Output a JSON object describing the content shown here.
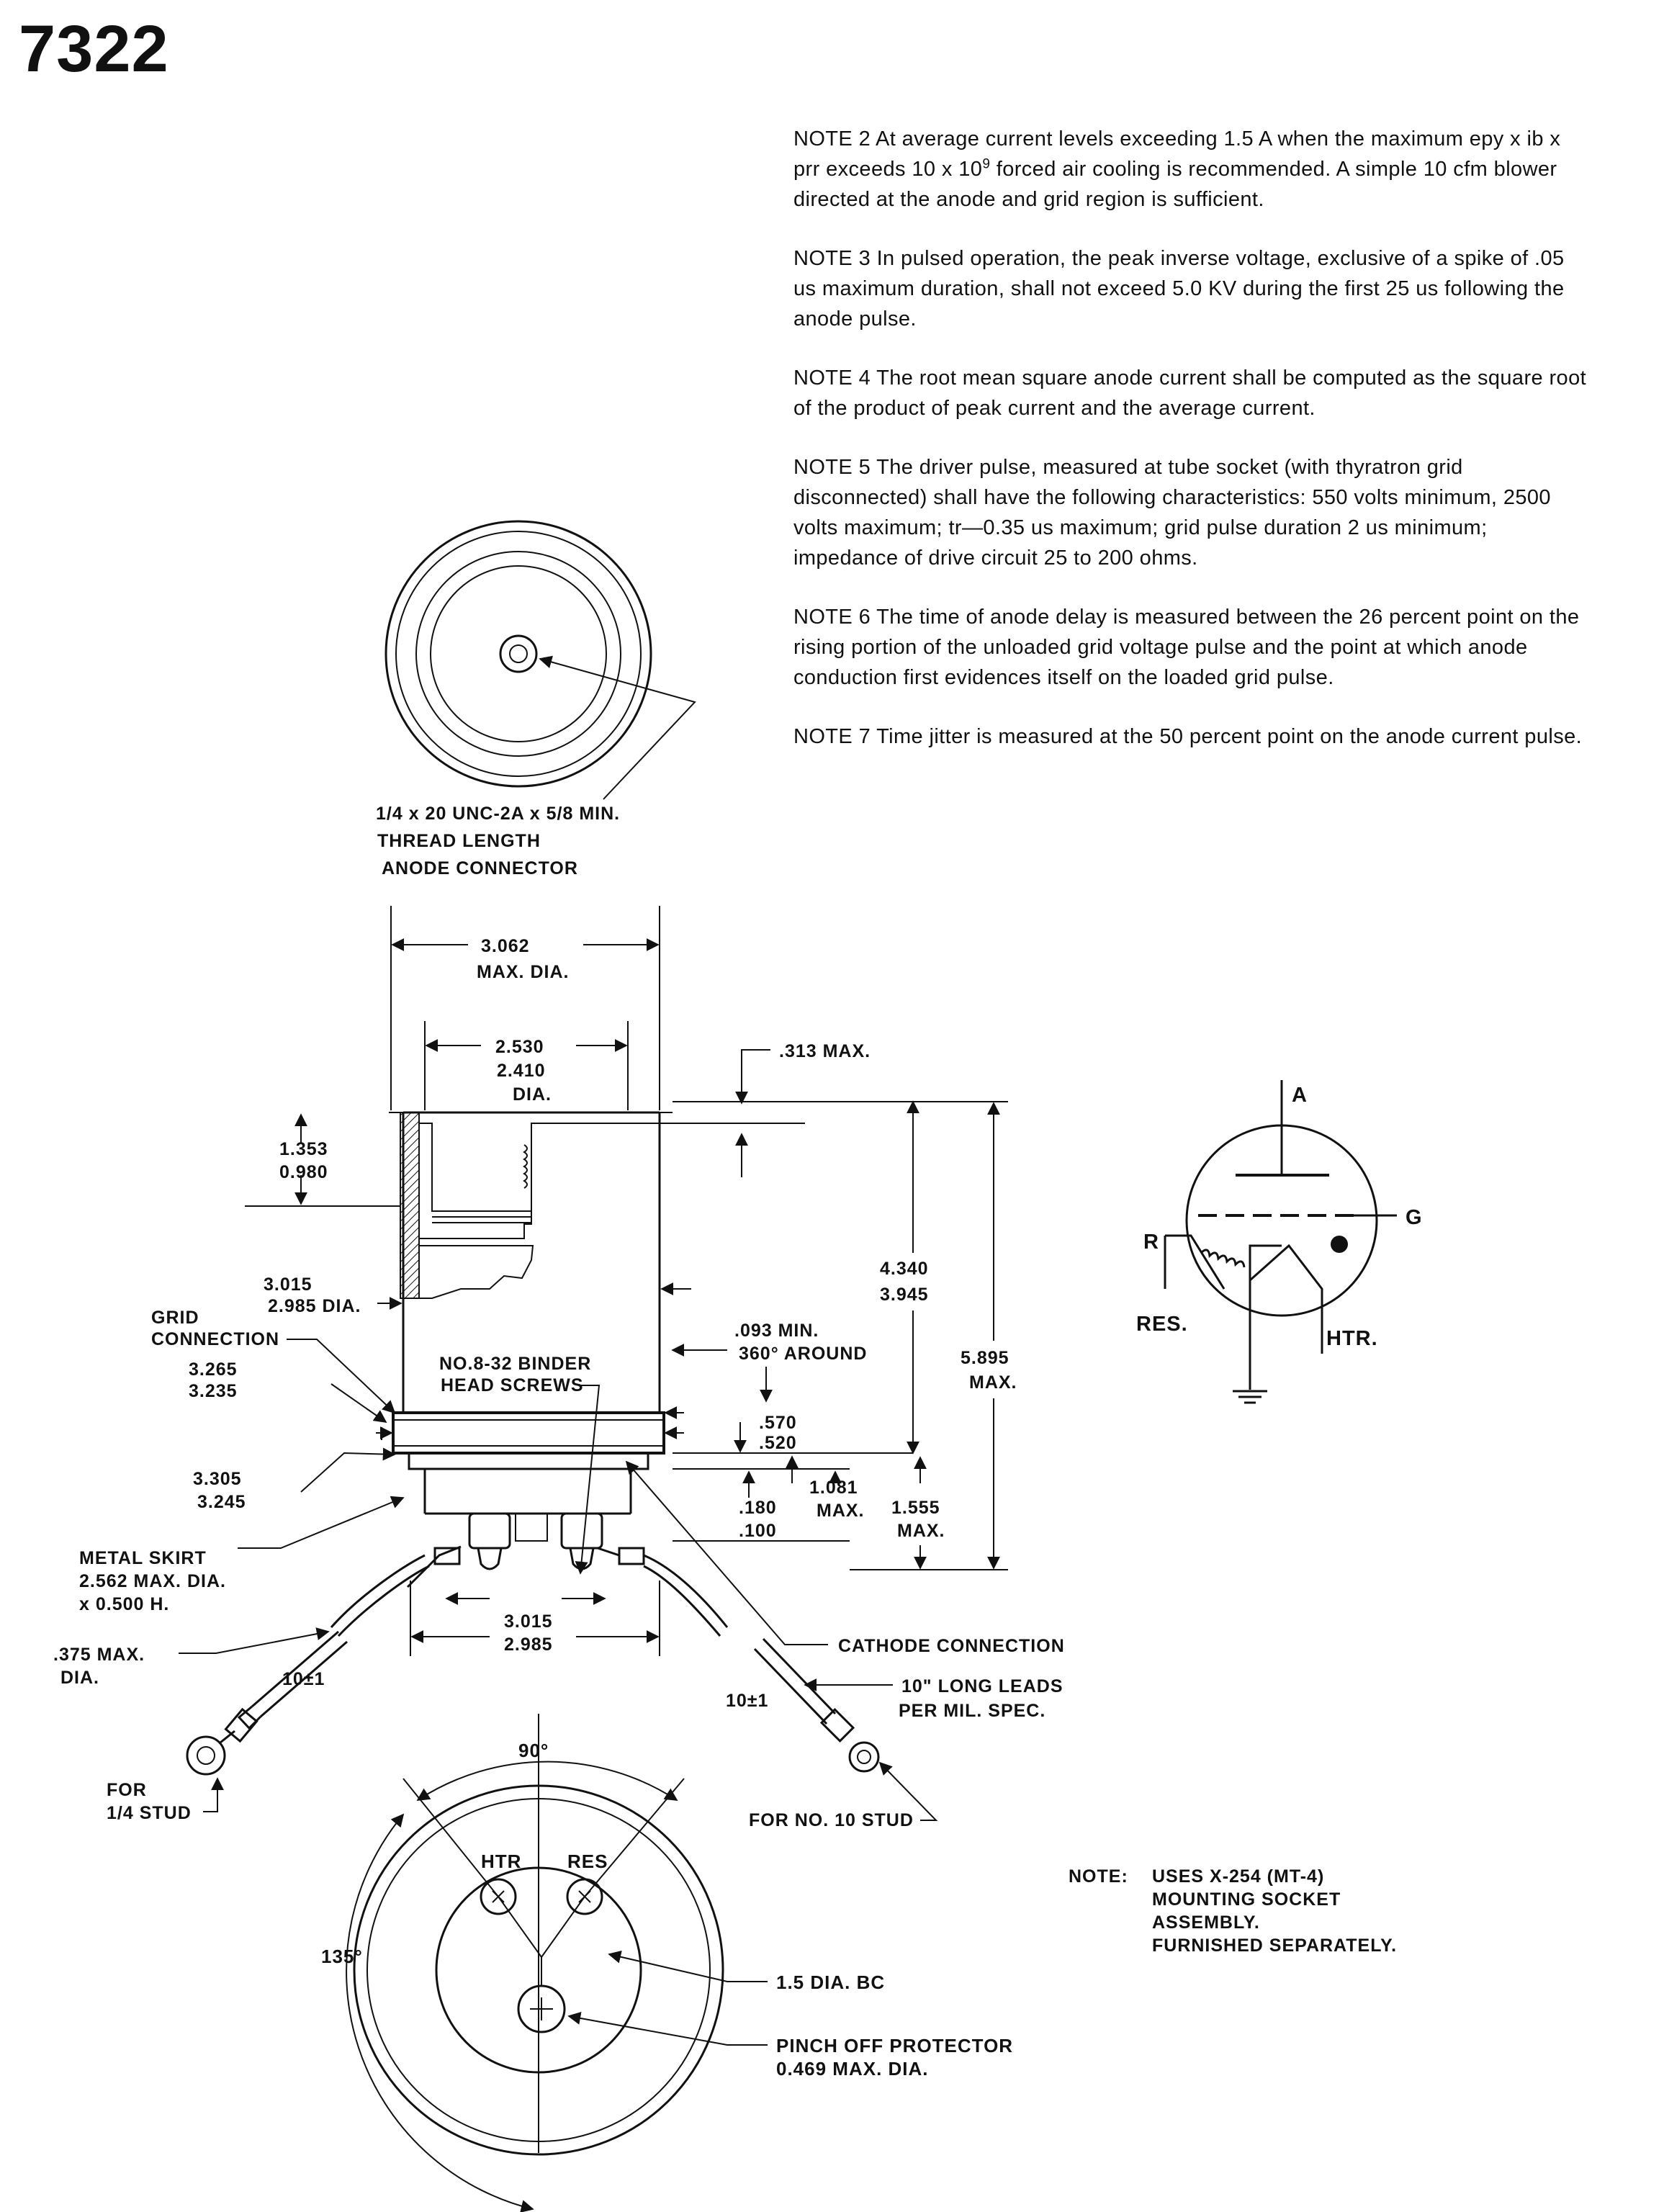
{
  "page_title": "7322",
  "notes": [
    {
      "id": "note-2",
      "before": "NOTE 2 At average current levels exceeding 1.5 A when the maximum epy x ib x prr exceeds 10 x 10",
      "sup": "9",
      "after": " forced air cooling is recommended. A simple 10 cfm blower directed at the anode and grid region is sufficient."
    },
    {
      "id": "note-3",
      "text": "NOTE 3 In pulsed operation, the peak inverse voltage, exclusive of a spike of .05 us maximum duration, shall not exceed 5.0 KV during the first 25 us following the anode pulse."
    },
    {
      "id": "note-4",
      "text": "NOTE 4 The root mean square anode current shall be computed as the square root of the product of peak current and the average current."
    },
    {
      "id": "note-5",
      "text": "NOTE 5 The driver pulse, measured at tube socket (with thyratron grid disconnected) shall have the following characteristics: 550 volts minimum, 2500 volts maximum; tr—0.35 us maximum; grid pulse duration 2 us minimum; impedance of drive circuit 25 to 200 ohms."
    },
    {
      "id": "note-6",
      "text": "NOTE 6 The time of anode delay is measured between the 26 percent point on the rising portion of the unloaded grid voltage pulse and the point at which anode conduction first evidences itself on the loaded grid pulse."
    },
    {
      "id": "note-7",
      "text": "NOTE 7 Time jitter is measured at the 50 percent point on the anode current pulse."
    }
  ],
  "top_view": {
    "connector_line1": "1/4 x 20  UNC-2A x 5/8 MIN.",
    "connector_line2": "THREAD LENGTH",
    "connector_line3": "ANODE CONNECTOR"
  },
  "outline": {
    "max_dia_value": "3.062",
    "max_dia_label": "MAX. DIA.",
    "inner_dia_1": "2.530",
    "inner_dia_2": "2.410",
    "inner_dia_label": "DIA.",
    "top_max": ".313 MAX.",
    "cap_h_1": "1.353",
    "cap_h_2": "0.980",
    "body_dia": "3.015",
    "body_dia_2": "2.985 DIA.",
    "grid_conn_1": "GRID",
    "grid_conn_2": "CONNECTION",
    "flange_1": "3.265",
    "flange_2": "3.235",
    "base_1": "3.305",
    "base_2": "3.245",
    "screws_1": "NO.8-32 BINDER",
    "screws_2": "HEAD SCREWS",
    "gap_1": ".093 MIN.",
    "gap_2": "360° AROUND",
    "body_h_1": "4.340",
    "body_h_2": "3.945",
    "overall_1": "5.895",
    "overall_2": "MAX.",
    "flange_h_1": ".570",
    "flange_h_2": ".520",
    "skirt_h_1": ".180",
    "skirt_h_2": ".100",
    "stud_h_1": "1.081",
    "stud_h_2": "MAX.",
    "base_h_1": "1.555",
    "base_h_2": "MAX.",
    "skirt_1": "METAL SKIRT",
    "skirt_2": "2.562 MAX. DIA.",
    "skirt_3": "x 0.500 H.",
    "lead_dia_1": ".375 MAX.",
    "lead_dia_2": "DIA.",
    "bottom_dia_1": "3.015",
    "bottom_dia_2": "2.985",
    "cathode": "CATHODE CONNECTION",
    "lead_len_l": "10±1",
    "lead_len_r": "10±1",
    "leads_1": "10\" LONG LEADS",
    "leads_2": "PER MIL. SPEC.",
    "stud_l_1": "FOR",
    "stud_l_2": "1/4 STUD",
    "stud_r": "FOR NO. 10 STUD"
  },
  "symbol": {
    "a": "A",
    "g": "G",
    "r": "R",
    "res": "RES.",
    "htr": "HTR."
  },
  "socket": {
    "angle_90": "90°",
    "angle_135": "135°",
    "htr": "HTR",
    "res": "RES",
    "bc": "1.5  DIA.  BC",
    "pinch_1": "PINCH  OFF  PROTECTOR",
    "pinch_2": "0.469  MAX.  DIA."
  },
  "mount_note": {
    "label": "NOTE:",
    "line1": "USES X-254 (MT-4)",
    "line2": "MOUNTING SOCKET",
    "line3": "ASSEMBLY.",
    "line4": "FURNISHED SEPARATELY."
  }
}
